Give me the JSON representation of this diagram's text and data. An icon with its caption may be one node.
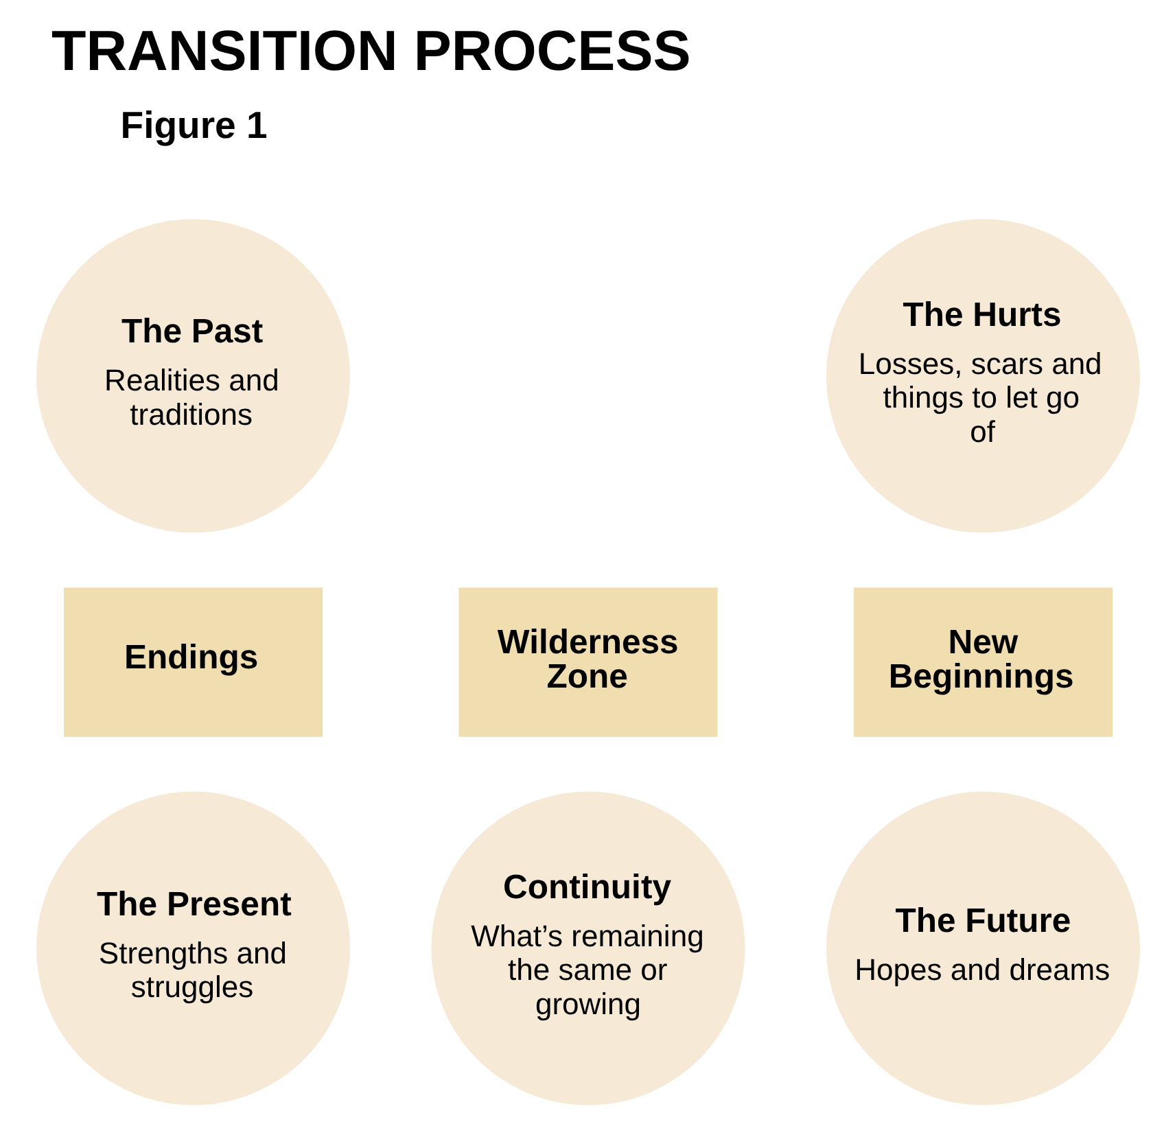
{
  "diagram": {
    "title": "TRANSITION PROCESS",
    "nodes": [
      {
        "text": [
          "The Past",
          "Realities and traditions"
        ]
      },
      {
        "text": [
          "The Hurts",
          "Losses, scars and things to let go of"
        ]
      },
      {
        "text": [
          "Endings"
        ]
      },
      {
        "text": [
          "Wilderness Zone"
        ]
      },
      {
        "text": [
          "New Beginnings"
        ]
      },
      {
        "text": [
          "The Present",
          "Strengths and struggles"
        ]
      },
      {
        "text": [
          "Continuity",
          "What’s remaining the same or growing"
        ]
      },
      {
        "text": [
          "The Future",
          "Hopes and dreams"
        ]
      }
    ],
    "edges": [],
    "labels": [
      "Figure 1"
    ]
  }
}
